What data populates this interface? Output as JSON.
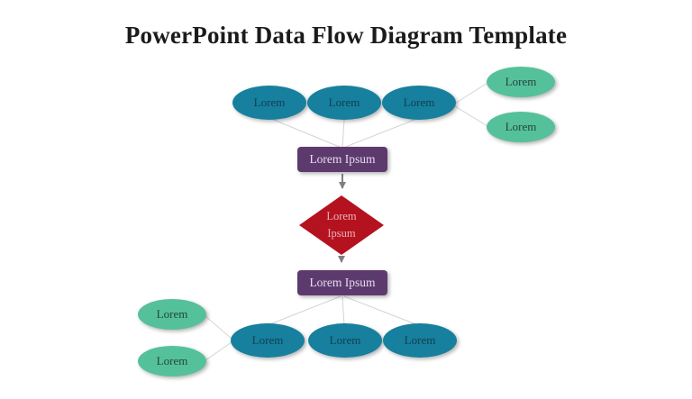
{
  "title": "PowerPoint Data Flow Diagram Template",
  "colors": {
    "background": "#ffffff",
    "title_text": "#1b1b1b",
    "teal": "#16809e",
    "teal_text": "#123e50",
    "green": "#55c19b",
    "green_text": "#234540",
    "purple": "#5d3a6e",
    "purple_text": "#e6dcee",
    "red": "#b5121f",
    "red_text": "#eab3b8",
    "arrow": "#7f7f7f",
    "connector_line": "#d4d4d4"
  },
  "diagram": {
    "top_sources": [
      {
        "label": "Lorem"
      },
      {
        "label": "Lorem"
      },
      {
        "label": "Lorem"
      }
    ],
    "right_entities": [
      {
        "label": "Lorem"
      },
      {
        "label": "Lorem"
      }
    ],
    "process_top": {
      "label": "Lorem Ipsum"
    },
    "decision": {
      "label": "Lorem Ipsum"
    },
    "process_bottom": {
      "label": "Lorem Ipsum"
    },
    "bottom_outputs": [
      {
        "label": "Lorem"
      },
      {
        "label": "Lorem"
      },
      {
        "label": "Lorem"
      }
    ],
    "left_entities": [
      {
        "label": "Lorem"
      },
      {
        "label": "Lorem"
      }
    ]
  }
}
